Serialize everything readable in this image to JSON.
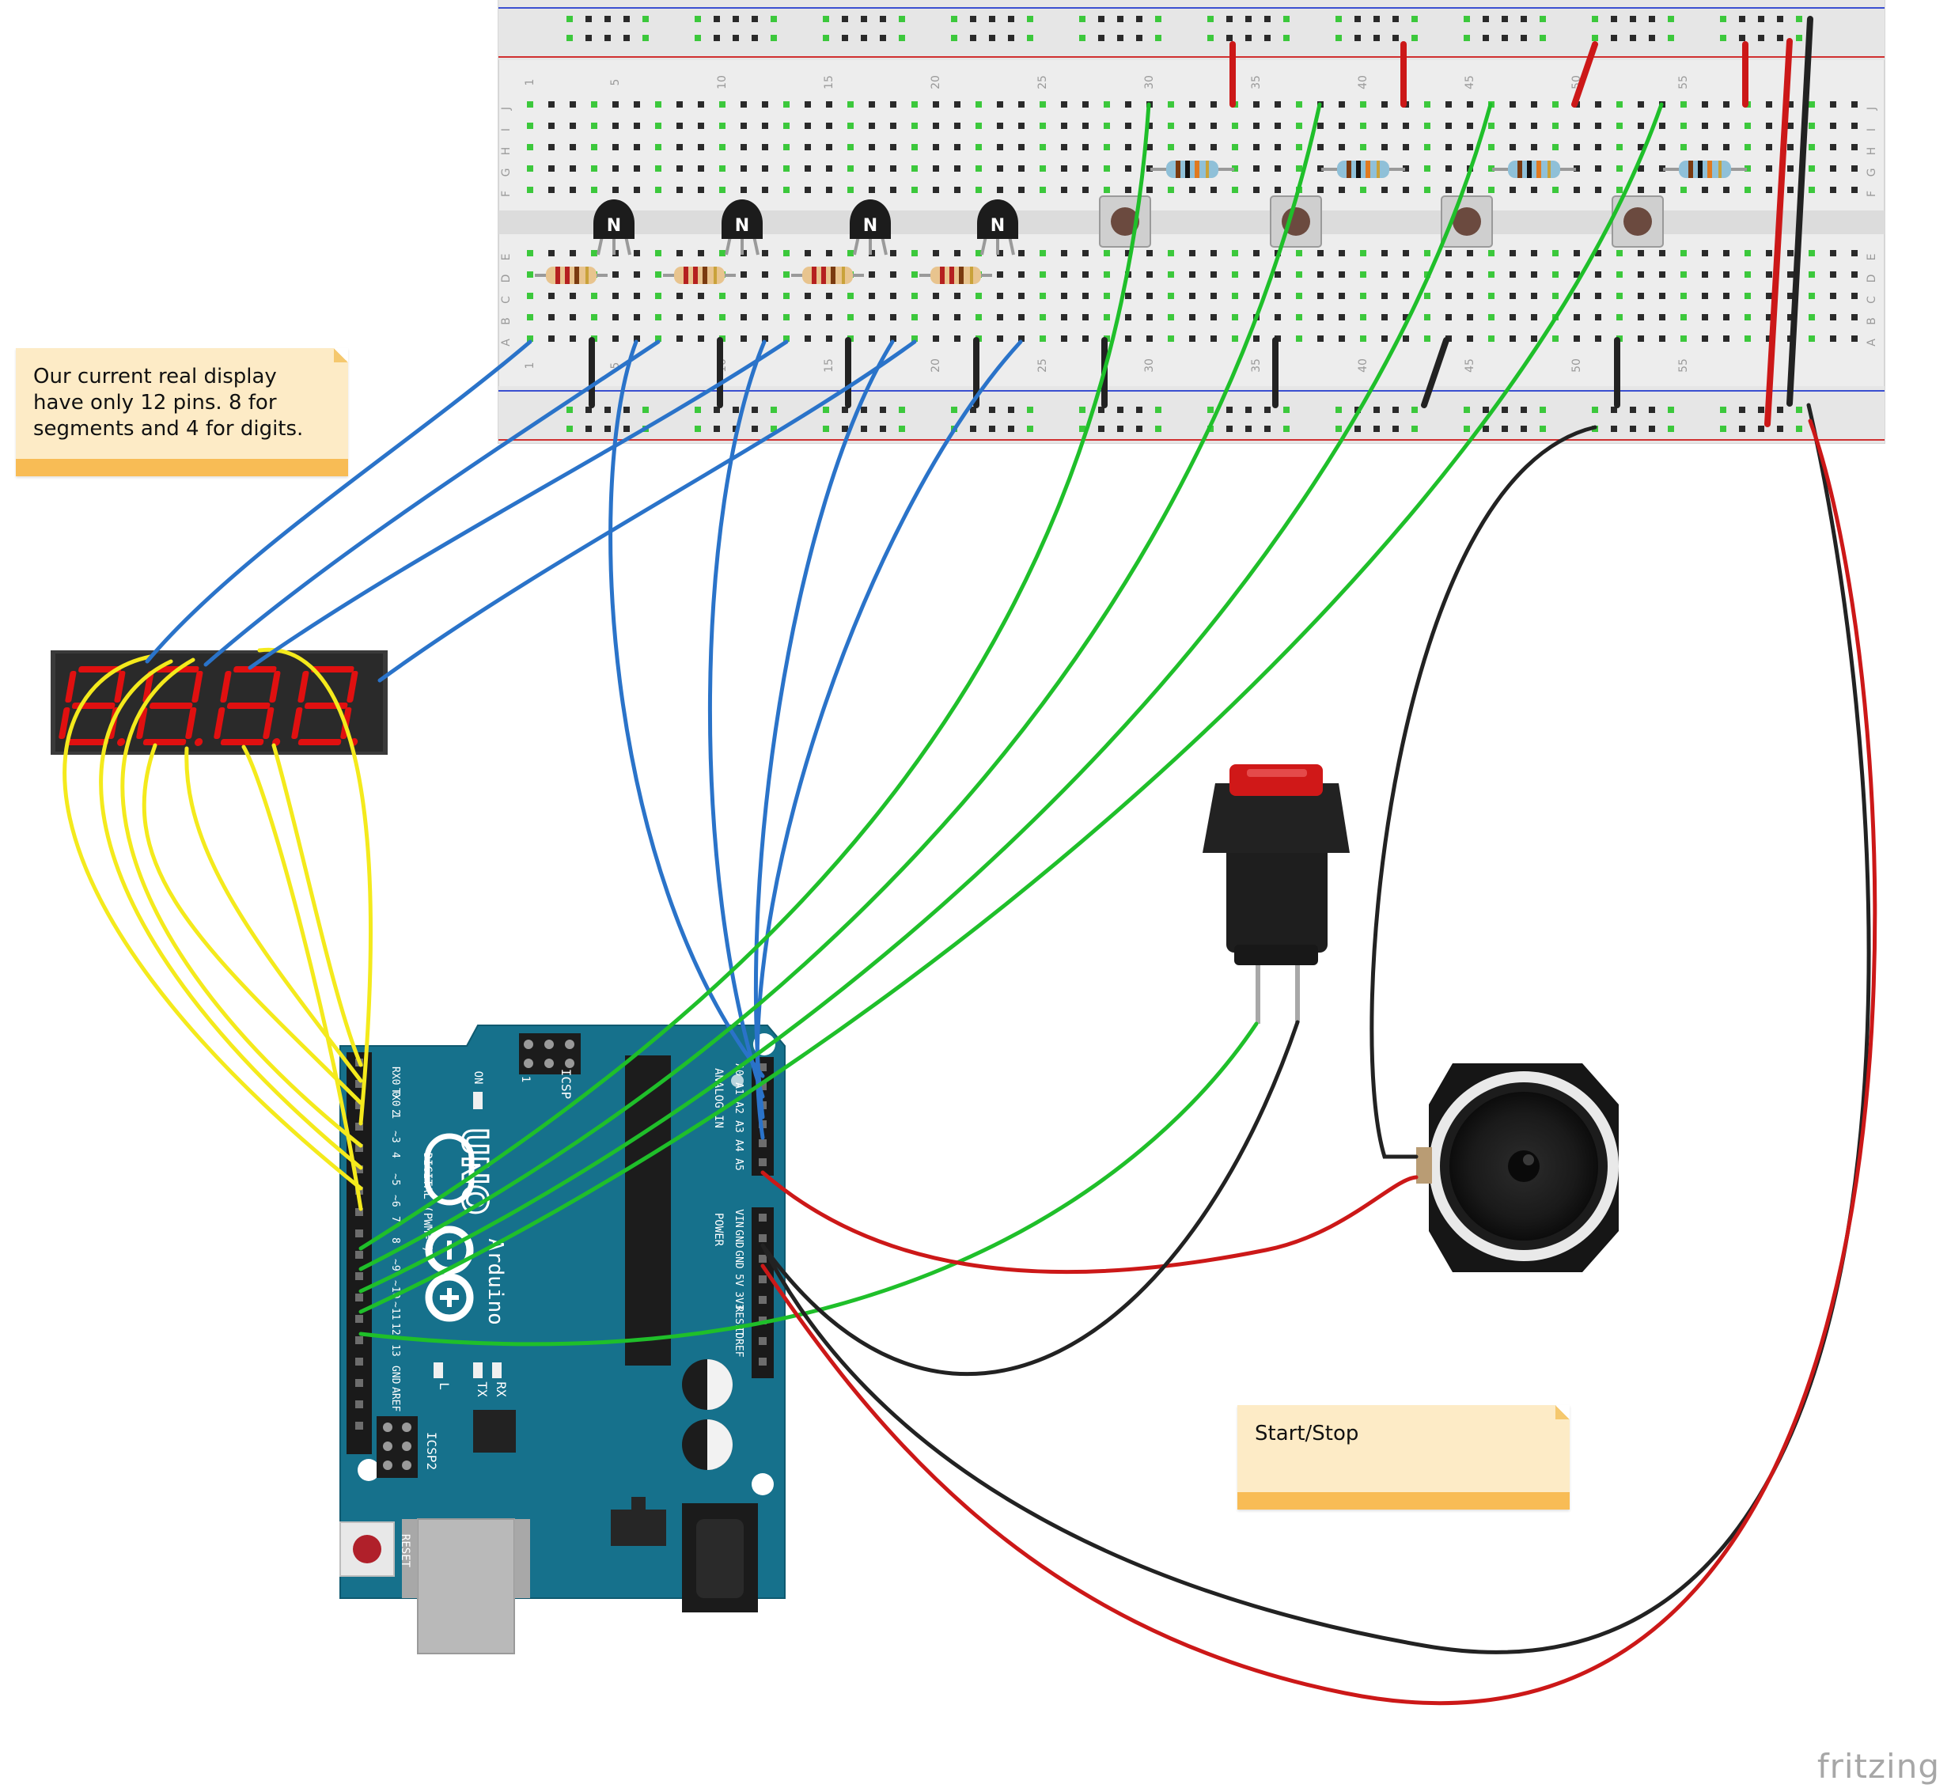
{
  "notes": {
    "display_note": "Our current real display have only 12 pins. 8 for segments and 4 for digits.",
    "startstop_note": "Start/Stop"
  },
  "breadboard": {
    "column_labels": [
      "1",
      "5",
      "10",
      "15",
      "20",
      "25",
      "30",
      "35",
      "40",
      "45",
      "50",
      "55"
    ],
    "row_labels_top": [
      "J",
      "I",
      "H",
      "G",
      "F"
    ],
    "row_labels_bottom": [
      "E",
      "D",
      "C",
      "B",
      "A"
    ],
    "transistor_mark": "N"
  },
  "arduino": {
    "logo_text": "UNO",
    "brand": "Arduino",
    "digital_header": "DIGITAL (PWM=~)",
    "analog_header": "ANALOG IN",
    "power_header": "POWER",
    "icsp_label": "ICSP",
    "icsp2_label": "ICSP2",
    "on_label": "ON",
    "l_label": "L",
    "tx_label": "TX",
    "rx_label": "RX",
    "reset_label": "RESET",
    "icsp_pin1": "1",
    "digital_pins": [
      "RX0 0",
      "TX0 1",
      "2",
      "~3",
      "4",
      "~5",
      "~6",
      "7",
      "8",
      "~9",
      "~10",
      "~11",
      "12",
      "13",
      "GND",
      "AREF"
    ],
    "analog_pins": [
      "A0",
      "A1",
      "A2",
      "A3",
      "A4",
      "A5"
    ],
    "power_pins": [
      "VIN",
      "GND",
      "GND",
      "5V",
      "3V3",
      "RESET",
      "IOREF"
    ]
  },
  "watermark": "fritzing",
  "colors": {
    "wire_blue": "#2a73c9",
    "wire_green": "#1fbf2a",
    "wire_yellow": "#f4ea1c",
    "wire_red": "#cc1818",
    "wire_black": "#222222",
    "arduino_board": "#16718c",
    "breadboard": "#ececec",
    "display_segment": "#e01010",
    "note_bg": "#fdebc6",
    "note_bar": "#f8bc55"
  }
}
